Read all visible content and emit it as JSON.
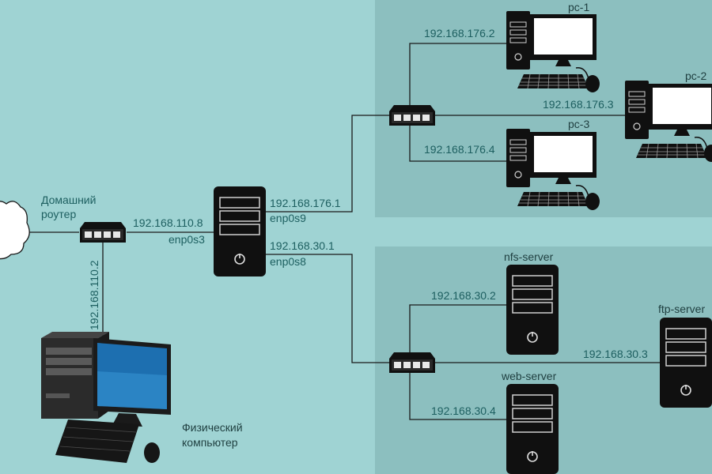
{
  "labels": {
    "home_router": [
      "Домашний",
      "роутер"
    ],
    "router_ip": "192.168.110.8",
    "router_iface": "enp0s3",
    "pc_uplink_ip": "192.168.110.2",
    "physical_pc": [
      "Физический",
      "компьютер"
    ],
    "lan1_ip": "192.168.176.1",
    "lan1_iface": "enp0s9",
    "lan2_ip": "192.168.30.1",
    "lan2_iface": "enp0s8",
    "pc1_name": "pc-1",
    "pc1_ip": "192.168.176.2",
    "pc2_name": "pc-2",
    "pc2_ip": "192.168.176.3",
    "pc3_name": "pc-3",
    "pc3_ip": "192.168.176.4",
    "nfs_name": "nfs-server",
    "nfs_ip": "192.168.30.2",
    "ftp_name": "ftp-server",
    "ftp_ip": "192.168.30.3",
    "web_name": "web-server",
    "web_ip": "192.168.30.4"
  },
  "colors": {
    "background": "#9fd3d3",
    "subnet_panel": "#8cbfbf",
    "label": "#1d5f60",
    "device": "#101010"
  }
}
